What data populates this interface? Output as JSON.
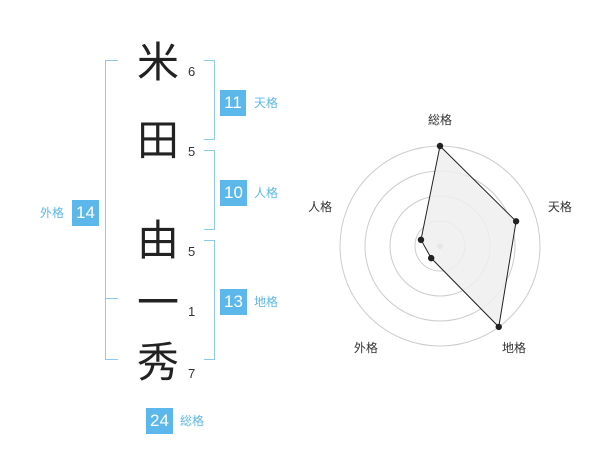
{
  "name": {
    "characters": [
      {
        "char": "米",
        "strokes": "6"
      },
      {
        "char": "田",
        "strokes": "5"
      },
      {
        "char": "由",
        "strokes": "5"
      },
      {
        "char": "一",
        "strokes": "1"
      },
      {
        "char": "秀",
        "strokes": "7"
      }
    ]
  },
  "fortunes": {
    "tenkaku": {
      "value": "11",
      "label": "天格"
    },
    "jinkaku": {
      "value": "10",
      "label": "人格"
    },
    "chikaku": {
      "value": "13",
      "label": "地格"
    },
    "gaikaku": {
      "value": "14",
      "label": "外格"
    },
    "soukaku": {
      "value": "24",
      "label": "総格"
    }
  },
  "radar": {
    "axes": [
      "総格",
      "天格",
      "地格",
      "外格",
      "人格"
    ],
    "values": [
      1.0,
      0.8,
      1.0,
      0.15,
      0.2
    ],
    "max": 1.0,
    "rings": 4,
    "fill_color": "#eeeeee",
    "line_color": "#222222",
    "grid_color": "#cccccc"
  }
}
